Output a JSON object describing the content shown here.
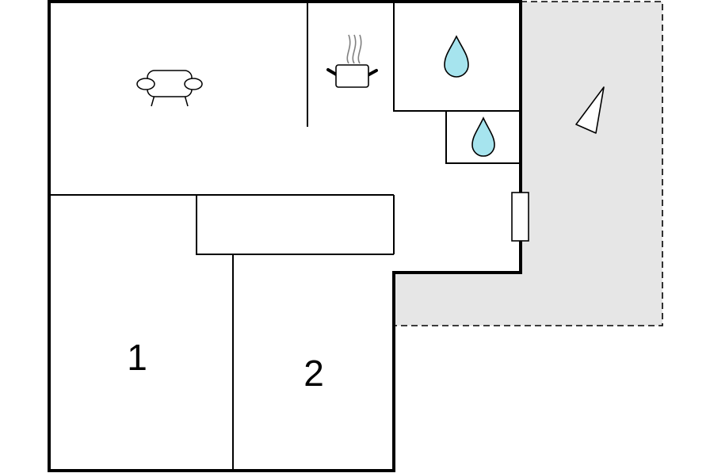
{
  "floorplan": {
    "rooms": [
      {
        "id": "bedroom-1",
        "label": "1"
      },
      {
        "id": "bedroom-2",
        "label": "2"
      }
    ],
    "icons": {
      "living": "sofa-icon",
      "kitchen": "cooking-pot-icon",
      "bathroom": "water-drop-icon",
      "wc": "water-drop-icon",
      "terrace": "terrace-triangle-icon"
    },
    "colors": {
      "wall": "#000000",
      "terrace_fill": "#e6e6e6",
      "water": "#a6e4ee",
      "steam": "#808080"
    }
  }
}
